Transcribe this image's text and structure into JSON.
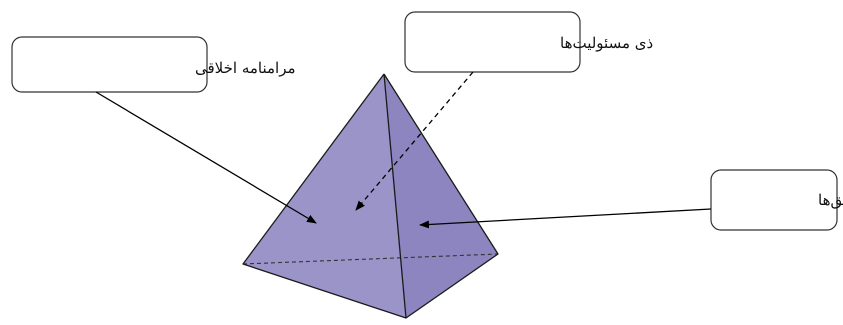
{
  "diagram": {
    "colors": {
      "left_face": "#9b94c9",
      "right_face": "#8c85bf",
      "edge": "#1a1a1a",
      "box_border": "#333333"
    },
    "labels": {
      "ethics_code": "مرامنامه اخلاقی",
      "responsible_parties": "ذی مسئولیت‌ها",
      "rights_holders": "ذی‌حق‌ها"
    }
  }
}
